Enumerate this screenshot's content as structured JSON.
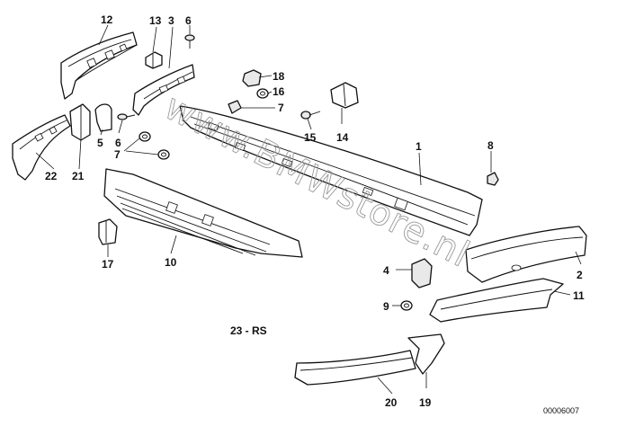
{
  "watermark": "www.BMWstore.nl",
  "sheet_code": "00006007",
  "variant_label": "23 - RS",
  "callouts": {
    "c1": "1",
    "c2": "2",
    "c3": "3",
    "c4": "4",
    "c5": "5",
    "c6a": "6",
    "c6b": "6",
    "c7a": "7",
    "c7b": "7",
    "c8": "8",
    "c9": "9",
    "c10": "10",
    "c11": "11",
    "c12": "12",
    "c13": "13",
    "c14": "14",
    "c15": "15",
    "c16": "16",
    "c17": "17",
    "c18": "18",
    "c19": "19",
    "c20": "20",
    "c21": "21",
    "c22": "22"
  }
}
